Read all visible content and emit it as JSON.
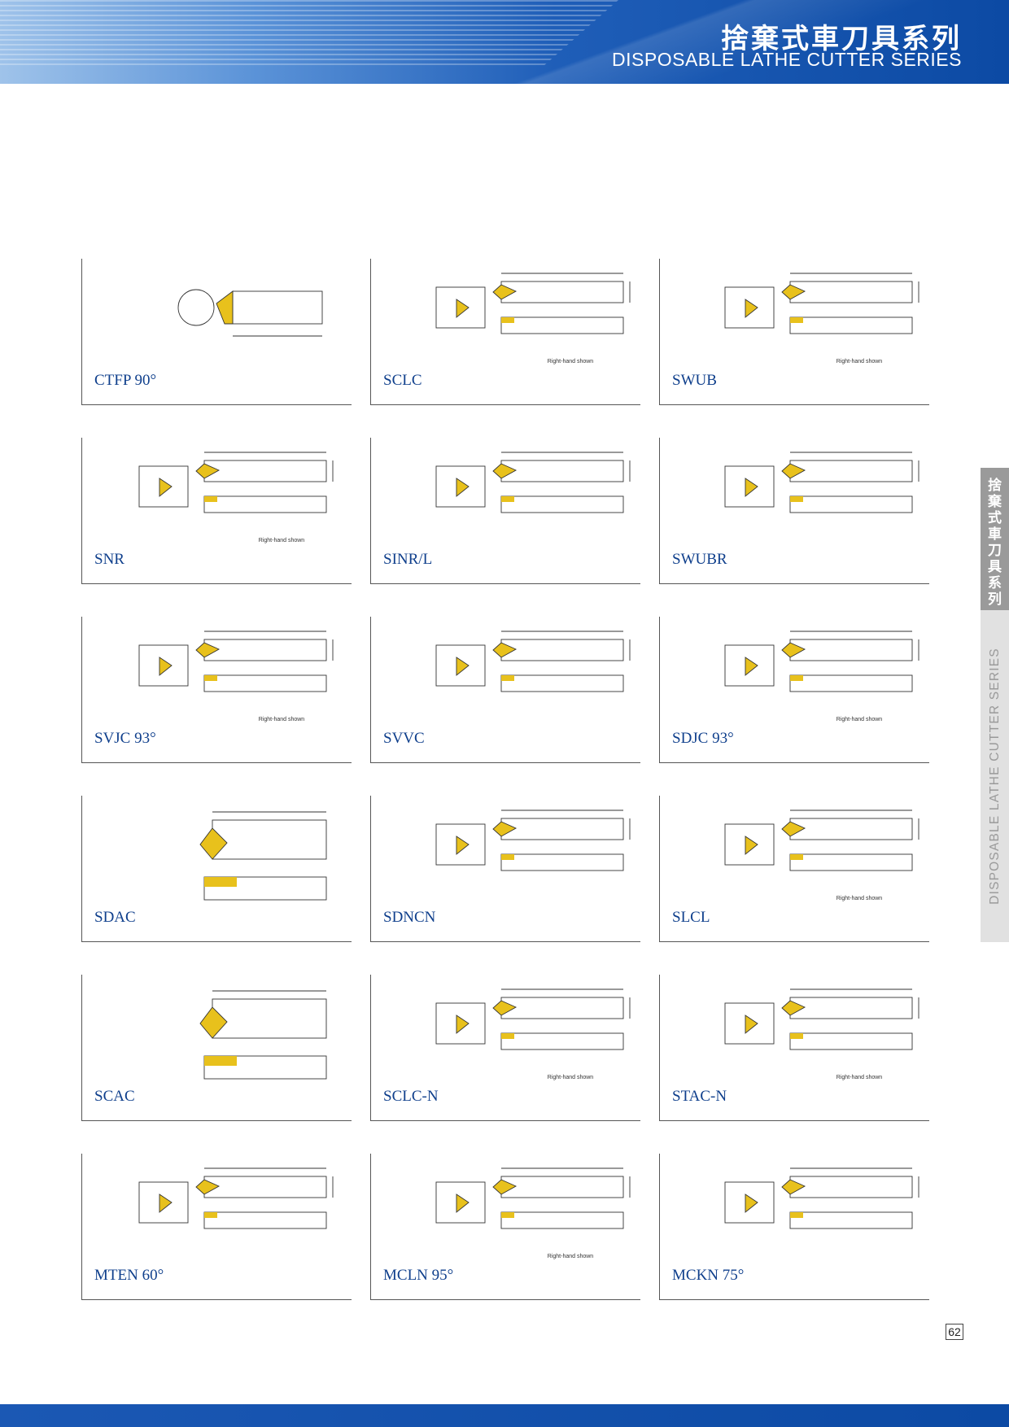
{
  "header": {
    "title_zh": "捨棄式車刀具系列",
    "title_en": "DISPOSABLE LATHE CUTTER SERIES"
  },
  "side_tab": {
    "title_zh_chars": [
      "捨",
      "棄",
      "式",
      "車",
      "刀",
      "具",
      "系",
      "列"
    ],
    "title_en": "DISPOSABLE LATHE CUTTER SERIES"
  },
  "colors": {
    "brand_blue": "#0c4aa4",
    "label_blue": "#0f3f8c",
    "insert_yellow": "#e8c11c"
  },
  "products": [
    {
      "name": "CTFP 90°",
      "note": ""
    },
    {
      "name": "SCLC",
      "note": "Right-hand shown"
    },
    {
      "name": "SWUB",
      "note": "Right-hand shown"
    },
    {
      "name": "SNR",
      "note": "Right-hand shown"
    },
    {
      "name": "SINR/L",
      "note": ""
    },
    {
      "name": "SWUBR",
      "note": ""
    },
    {
      "name": "SVJC 93°",
      "note": "Right-hand shown"
    },
    {
      "name": "SVVC",
      "note": ""
    },
    {
      "name": "SDJC 93°",
      "note": "Right-hand shown"
    },
    {
      "name": "SDAC",
      "note": ""
    },
    {
      "name": "SDNCN",
      "note": ""
    },
    {
      "name": "SLCL",
      "note": "Right-hand shown"
    },
    {
      "name": "SCAC",
      "note": ""
    },
    {
      "name": "SCLC-N",
      "note": "Right-hand shown"
    },
    {
      "name": "STAC-N",
      "note": "Right-hand shown"
    },
    {
      "name": "MTEN 60°",
      "note": ""
    },
    {
      "name": "MCLN 95°",
      "note": "Right-hand shown"
    },
    {
      "name": "MCKN 75°",
      "note": ""
    }
  ],
  "page_number": "62"
}
